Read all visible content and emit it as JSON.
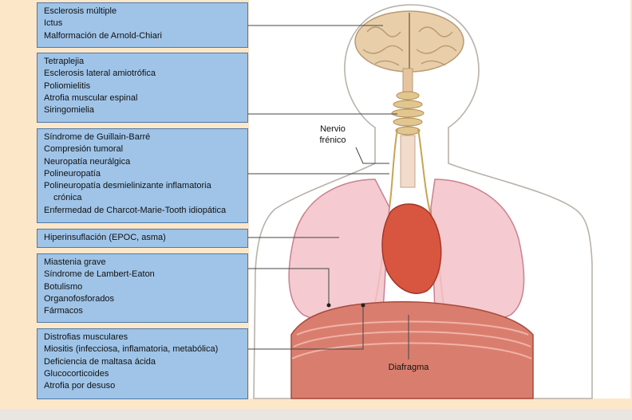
{
  "boxes": [
    {
      "items": [
        "Esclerosis múltiple",
        "Ictus",
        "Malformación de Arnold-Chiari"
      ]
    },
    {
      "items": [
        "Tetraplejia",
        "Esclerosis lateral amiotrófica",
        "Poliomielitis",
        "Atrofia muscular espinal",
        "Siringomielia"
      ]
    },
    {
      "items": [
        "Síndrome de Guillain-Barré",
        "Compresión tumoral",
        "Neuropatía neurálgica",
        "Polineuropatía",
        "Polineuropatía desmielinizante inflamatoria",
        "crónica",
        "Enfermedad de Charcot-Marie-Tooth idiopática"
      ]
    },
    {
      "items": [
        "Hiperinsuflación (EPOC, asma)"
      ]
    },
    {
      "items": [
        "Miastenia grave",
        "Síndrome de Lambert-Eaton",
        "Botulismo",
        "Organofosforados",
        "Fármacos"
      ]
    },
    {
      "items": [
        "Distrofias musculares",
        "Miositis (infecciosa, inflamatoria, metabólica)",
        "Deficiencia de maltasa ácida",
        "Glucocorticoides",
        "Atrofia por desuso"
      ]
    }
  ],
  "labels": {
    "phrenic_line1": "Nervio",
    "phrenic_line2": "frénico",
    "diaphragm": "Diafragma"
  },
  "colors": {
    "background": "#fde7c9",
    "box_fill": "#9fc4e8",
    "box_border": "#4f79a7"
  }
}
